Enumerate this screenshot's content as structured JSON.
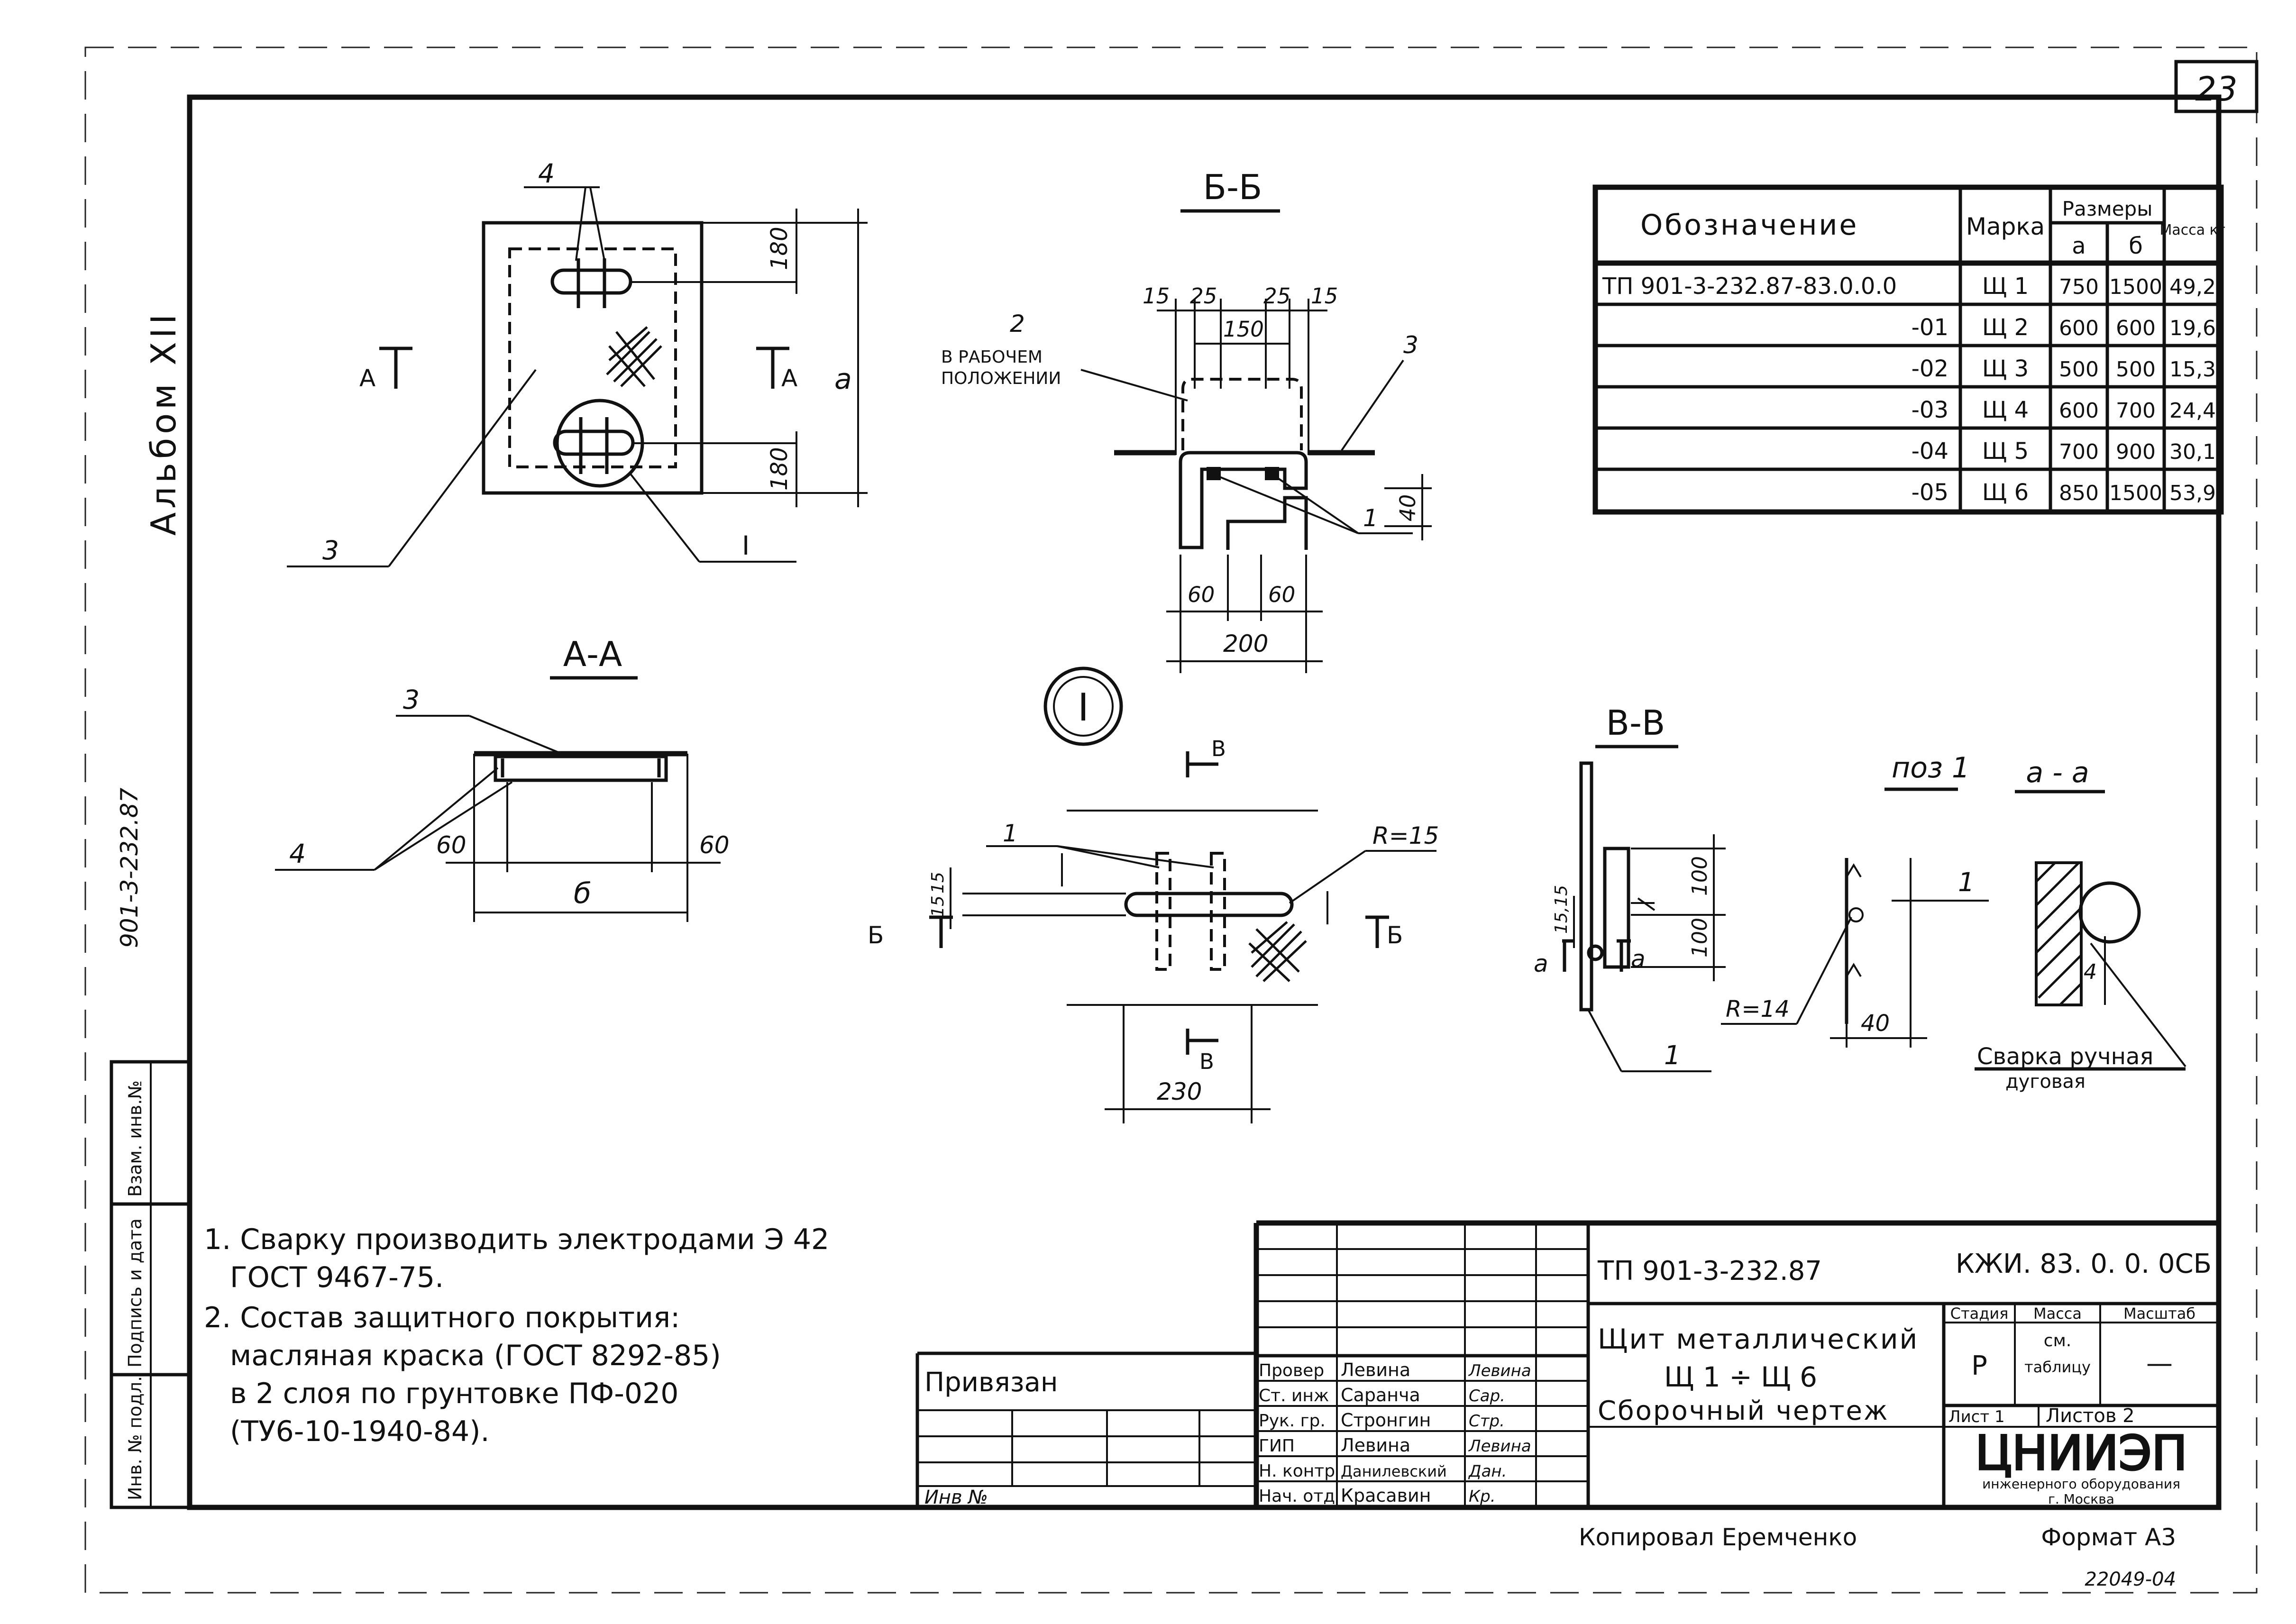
{
  "sheet_number": "23",
  "album": "Альбом XII",
  "side_code": "901-3-232.87",
  "margin_stamp": [
    "Инв. № подл.",
    "Подпись и дата",
    "Взам. инв.№"
  ],
  "views": {
    "bb": "Б-Б",
    "aa": "А-А",
    "vv": "В-В",
    "poz1": "поз 1",
    "a_a": "а - а",
    "node": "I"
  },
  "labels": {
    "rabochee_1": "В РАБОЧЕМ",
    "rabochee_2": "ПОЛОЖЕНИИ",
    "r15": "R=15",
    "r14": "R=14",
    "svarka_1": "Сварка ручная",
    "svarka_2": "дуговая"
  },
  "dims": {
    "d180": "180",
    "d15": "15",
    "d25": "25",
    "d150": "150",
    "d40": "40",
    "d60": "60",
    "d200": "200",
    "d230": "230",
    "d100": "100",
    "d4": "4",
    "d1515": "15,15",
    "a": "a",
    "b": "б"
  },
  "cut_marks": {
    "A": "А",
    "B": "Б",
    "V": "В",
    "a": "а"
  },
  "positions": {
    "p1": "1",
    "p2": "2",
    "p3": "3",
    "p4": "4",
    "pI": "I"
  },
  "spec_table": {
    "header": {
      "oboz": "Обозначение",
      "marka": "Марка",
      "razmery": "Размеры",
      "a": "а",
      "b": "б",
      "massa": "Масса кг"
    },
    "rows": [
      {
        "oboz": "ТП 901-3-232.87-83.0.0.0",
        "marka": "Щ 1",
        "a": "750",
        "b": "1500",
        "massa": "49,2"
      },
      {
        "oboz": "-01",
        "marka": "Щ 2",
        "a": "600",
        "b": "600",
        "massa": "19,6"
      },
      {
        "oboz": "-02",
        "marka": "Щ 3",
        "a": "500",
        "b": "500",
        "massa": "15,3"
      },
      {
        "oboz": "-03",
        "marka": "Щ 4",
        "a": "600",
        "b": "700",
        "massa": "24,4"
      },
      {
        "oboz": "-04",
        "marka": "Щ 5",
        "a": "700",
        "b": "900",
        "massa": "30,1"
      },
      {
        "oboz": "-05",
        "marka": "Щ 6",
        "a": "850",
        "b": "1500",
        "massa": "53,9"
      }
    ]
  },
  "notes": [
    "1. Сварку производить электродами Э 42",
    "ГОСТ 9467-75.",
    "2. Состав защитного покрытия:",
    "масляная краска (ГОСТ 8292-85)",
    "в 2 слоя по грунтовке ПФ-020",
    "(ТУ6-10-1940-84)."
  ],
  "title_block": {
    "privyazan": "Привязан",
    "inv_no": "Инв №",
    "project": "ТП 901-3-232.87",
    "code": "КЖИ. 83. 0. 0. 0СБ",
    "title_1": "Щит металлический",
    "title_2": "Щ 1 ÷ Щ 6",
    "title_3": "Сборочный чертеж",
    "stadiya_h": "Стадия",
    "massa_h": "Масса",
    "masshtab_h": "Масштаб",
    "stadiya": "Р",
    "massa_1": "см.",
    "massa_2": "таблицу",
    "masshtab": "—",
    "list": "Лист 1",
    "listov": "Листов 2",
    "org": "ЦНИИЭП",
    "org_sub_1": "инженерного оборудования",
    "org_sub_2": "г. Москва",
    "signers": [
      {
        "role": "Провер",
        "name": "Левина",
        "sign": "Левина"
      },
      {
        "role": "Ст. инж",
        "name": "Саранча",
        "sign": "Сар."
      },
      {
        "role": "Рук. гр.",
        "name": "Стронгин",
        "sign": "Стр."
      },
      {
        "role": "ГИП",
        "name": "Левина",
        "sign": "Левина"
      },
      {
        "role": "Н. контр",
        "name": "Данилевский",
        "sign": "Дан."
      },
      {
        "role": "Нач. отд",
        "name": "Красавин",
        "sign": "Кр."
      }
    ]
  },
  "footer": {
    "copied": "Копировал Еремченко",
    "format": "Формат А3",
    "archive": "22049-04"
  }
}
